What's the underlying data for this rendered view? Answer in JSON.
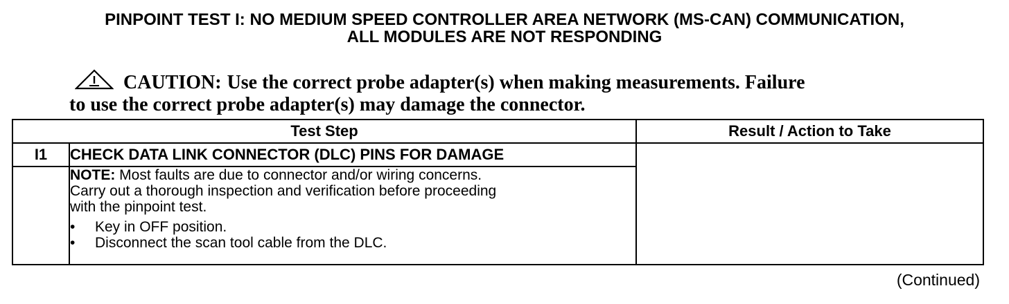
{
  "title": {
    "line1": "PINPOINT TEST I: NO MEDIUM SPEED CONTROLLER AREA NETWORK (MS-CAN) COMMUNICATION,",
    "line2": "ALL MODULES ARE NOT RESPONDING"
  },
  "caution": {
    "icon": "warning-triangle-icon",
    "label": "CAUTION:",
    "line1": "Use the correct probe adapter(s) when making measurements. Failure",
    "line2": "to use the correct probe adapter(s) may damage the connector."
  },
  "table": {
    "headers": {
      "test_step": "Test Step",
      "result": "Result / Action to Take"
    },
    "step": {
      "id": "I1",
      "title": "CHECK DATA LINK CONNECTOR (DLC) PINS FOR DAMAGE",
      "note_label": "NOTE:",
      "note_text": "Most faults are due to connector and/or wiring concerns.",
      "note_line2": "Carry out a thorough inspection and verification before proceeding",
      "note_line3": "with the pinpoint test.",
      "bullets": [
        "Key in OFF position.",
        "Disconnect the scan tool cable from the DLC."
      ]
    }
  },
  "footer": {
    "continued": "(Continued)"
  }
}
